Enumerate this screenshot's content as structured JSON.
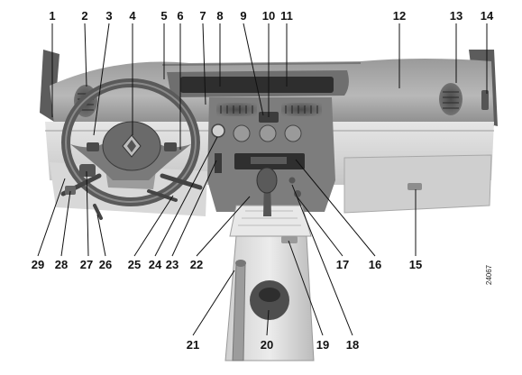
{
  "figure": {
    "reference": "24067",
    "callouts": [
      "1",
      "2",
      "3",
      "4",
      "5",
      "6",
      "7",
      "8",
      "9",
      "10",
      "11",
      "12",
      "13",
      "14",
      "15",
      "16",
      "17",
      "18",
      "19",
      "20",
      "21",
      "22",
      "23",
      "24",
      "25",
      "26",
      "27",
      "28",
      "29"
    ]
  }
}
